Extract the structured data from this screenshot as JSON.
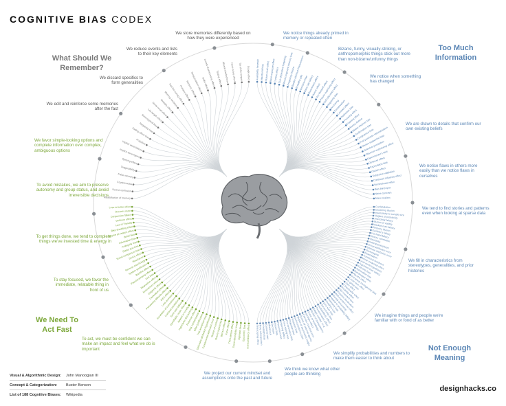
{
  "header": {
    "title_bold": "COGNITIVE BIAS",
    "title_light": "CODEX"
  },
  "colors": {
    "q1": "#5b86b5",
    "q2": "#6a8fb8",
    "q3": "#7da83b",
    "q4": "#7a7a7a",
    "line": "#c9c9c9",
    "dot": "#8a8f94"
  },
  "quadrants": {
    "remember": "What Should We Remember?",
    "too_much": "Too Much Information",
    "meaning": "Not Enough Meaning",
    "act_fast": "We Need To Act Fast"
  },
  "notes": {
    "n1": "We store memories differently based on how they were experienced",
    "n2": "We notice things already primed in memory or repeated often",
    "n3": "Bizarre, funny, visually-striking, or anthropomorphic things stick out more than non-bizarre/unfunny things",
    "n4": "We notice when something has changed",
    "n5": "We are drawn to details that confirm our own existing beliefs",
    "n6": "We notice flaws in others more easily than we notice flaws in ourselves",
    "n7": "We tend to find stories and patterns even when looking at sparse data",
    "n8": "We fill in characteristics from stereotypes, generalities, and prior histories",
    "n9": "We imagine things and people we're familiar with or fond of as better",
    "n10": "We simplify probabilities and numbers to make them easier to think about",
    "n11": "We think we know what other people are thinking",
    "n12": "We project our current mindset and assumptions onto the past and future",
    "n13": "To act, we must be confident we can make an impact and feel what we do is important",
    "n14": "To stay focused, we favor the immediate, relatable thing in front of us",
    "n15": "To get things done, we tend to complete things we've invested time & energy in",
    "n16": "To avoid mistakes, we aim to preserve autonomy and group status, and avoid irreversible decisions",
    "n17": "We favor simple-looking options and complete information over complex, ambiguous options",
    "n18": "We edit and reinforce some memories after the fact",
    "n19": "We discard specifics to form generalities",
    "n20": "We reduce events and lists to their key elements"
  },
  "biases": {
    "q1": [
      "Availability heuristic",
      "Attentional bias",
      "Illusory truth effect",
      "Mere exposure effect",
      "Context effect",
      "Cue-dependent forgetting",
      "Mood-congruent memory bias",
      "Frequency illusion",
      "Baader-Meinhof Phenomenon",
      "Empathy gap",
      "Omission bias",
      "Base rate fallacy",
      "Bizarreness effect",
      "Humor effect",
      "Von Restorff effect",
      "Picture superiority effect",
      "Self-relevance effect",
      "Negativity bias",
      "Anchoring",
      "Conservatism",
      "Contrast effect",
      "Distinction bias",
      "Focusing effect",
      "Framing effect",
      "Money illusion",
      "Weber-Fechner law",
      "Confirmation bias",
      "Congruence bias",
      "Post-purchase rationalization",
      "Choice-supportive bias",
      "Selective perception",
      "Observer-expectancy effect",
      "Experimenter's bias",
      "Observer effect",
      "Expectation bias",
      "Ostrich effect",
      "Subjective validation",
      "Continued influence effect",
      "Semmelweis reflex",
      "Bias blind spot",
      "Naive cynicism",
      "Naive realism"
    ],
    "q2": [
      "Confabulation",
      "Clustering illusion",
      "Insensitivity to sample size",
      "Neglect of probability",
      "Anecdotal fallacy",
      "Illusion of validity",
      "Masked man fallacy",
      "Recency illusion",
      "Gambler's fallacy",
      "Hot-hand fallacy",
      "Illusory correlation",
      "Pareidolia",
      "Anthropomorphism",
      "Group attribution error",
      "Ultimate attribution error",
      "Stereotyping",
      "Essentialism",
      "Functional fixedness",
      "Moral credential effect",
      "Just-world hypothesis",
      "Argument from fallacy",
      "Authority bias",
      "Automation bias",
      "Bandwagon effect",
      "Placebo effect",
      "Out-group homogeneity bias",
      "Cross-race effect",
      "In-group bias",
      "Halo effect",
      "Cheerleader effect",
      "Positivity effect",
      "Not invented here",
      "Reactive devaluation",
      "Well-traveled road effect",
      "Mental accounting",
      "Appeal to probability fallacy",
      "Normalcy bias",
      "Murphy's Law",
      "Zero sum bias",
      "Survivorship bias",
      "Subadditivity effect",
      "Denomination effect",
      "Magic number 7+-2",
      "Illusion of transparency",
      "Curse of knowledge",
      "Spotlight effect",
      "Extrinsic incentive error",
      "Illusion of external agency",
      "Illusion of asymmetric insight",
      "Self-consistency bias",
      "Resistant bias",
      "Projection bias",
      "Pro-innovation bias",
      "Time-saving bias",
      "Planning fallacy",
      "Pessimism bias",
      "Impact bias",
      "Declinism",
      "Moral luck",
      "Outcome bias",
      "Hindsight bias",
      "Rosy retrospection",
      "Telescoping effect"
    ],
    "q3": [
      "Overconfidence effect",
      "Egocentric bias",
      "Optimism bias",
      "Social desirability bias",
      "Third-person effect",
      "Forer effect",
      "Barnum effect",
      "Illusory superiority",
      "Illusion of control",
      "Fundamental attribution error",
      "Defensive attribution hypothesis",
      "Trait ascription bias",
      "Effort justification",
      "Risk compensation",
      "Peltzman effect",
      "Hyperbolic discounting",
      "Appeal to novelty",
      "Identifiable victim effect",
      "Sunk cost fallacy",
      "Irrational escalation",
      "Escalation of commitment",
      "Loss aversion",
      "IKEA effect",
      "Processing difficulty effect",
      "Generation effect",
      "Zeigarnik effect",
      "Endowment effect",
      "Disposition effect",
      "Unit bias",
      "Pseudocertainty effect",
      "Backfire effect",
      "System justification",
      "Reverse psychology",
      "Reactance",
      "Decoy effect",
      "Social comparison bias",
      "Status quo bias",
      "Ambiguity bias",
      "Information bias",
      "Belief bias",
      "Rhyme as reason effect",
      "Bike-shedding effect",
      "Law of Triviality",
      "Delmore effect",
      "Conjunction fallacy",
      "Occam's razor",
      "Less-is-better effect"
    ],
    "q4": [
      "Misattribution of memory",
      "Source confusion",
      "Cryptomnesia",
      "False memory",
      "Suggestibility",
      "Spacing effect",
      "Implicit stereotypes",
      "Implicit associations",
      "Prejudice",
      "Fading affect bias",
      "Negativity bias",
      "Stereotypical bias",
      "List-length effect",
      "Serial recall effect",
      "Modality effect",
      "Memory inhibition",
      "Part-list cueing effect",
      "Primacy effect",
      "Recency effect",
      "Serial position effect",
      "Suffix effect",
      "Levels of processing effect",
      "Testing effect",
      "Absent-mindedness",
      "Next-in-line effect",
      "Tip of the tongue",
      "Google effect"
    ]
  },
  "credits": {
    "k1": "Visual & Algorithmic Design:",
    "v1": "John Manoogian III",
    "k2": "Concept & Categorization:",
    "v2": "Buster Benson",
    "k3": "List of 188 Cognitive Biases:",
    "v3": "Wikipedia"
  },
  "brand": "designhacks.co"
}
